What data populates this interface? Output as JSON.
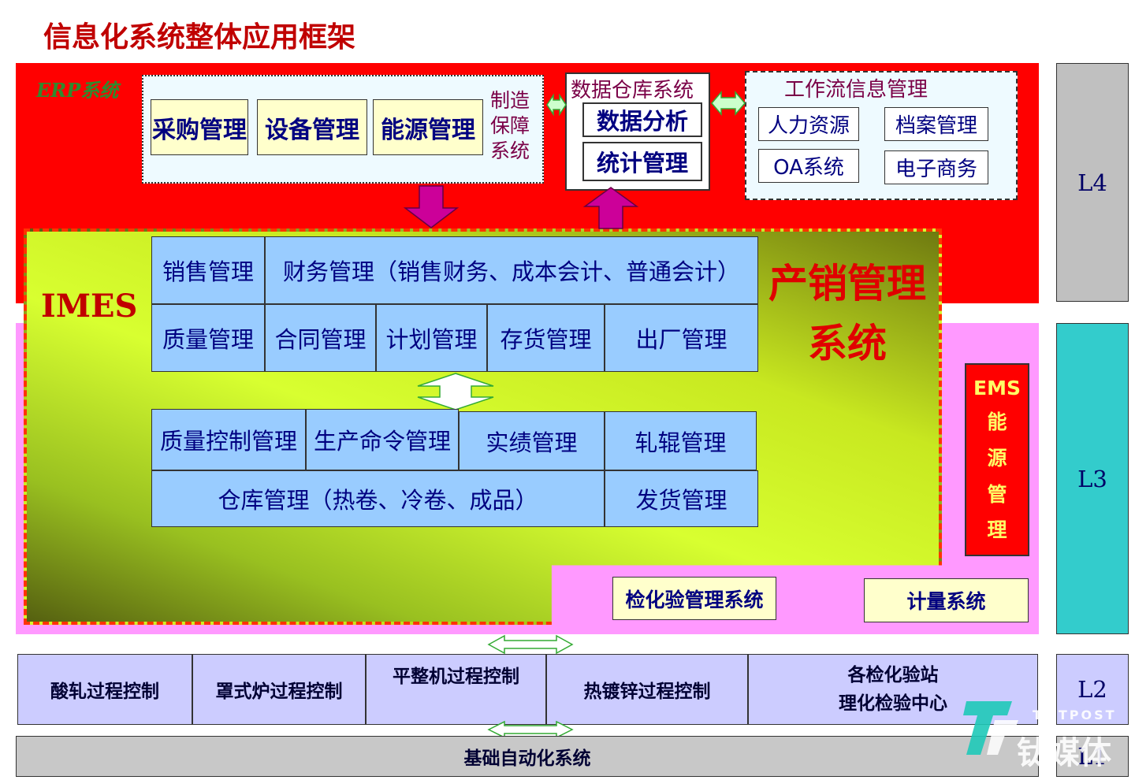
{
  "title": "信息化系统整体应用框架",
  "erp": {
    "label": "ERP系统",
    "procurement": "采购管理",
    "equipment": "设备管理",
    "energy": "能源管理",
    "mfg_side": [
      "制造",
      "保障",
      "系统"
    ],
    "dw_title": "数据仓库系统",
    "dw_items": [
      "数据分析",
      "统计管理"
    ],
    "wf_title": "工作流信息管理",
    "wf_items": [
      "人力资源",
      "档案管理",
      "OA系统",
      "电子商务"
    ]
  },
  "imes": {
    "label": "IMES",
    "prod_label": [
      "产销管理",
      "系统"
    ],
    "upper_row1": [
      "销售管理",
      "财务管理（销售财务、成本会计、普通会计）"
    ],
    "upper_row2": [
      "质量管理",
      "合同管理",
      "计划管理",
      "存货管理",
      "出厂管理"
    ],
    "lower_row1": [
      "质量控制管理",
      "生产命令管理",
      "实绩管理",
      "轧辊管理"
    ],
    "lower_row2": [
      "仓库管理（热卷、冷卷、成品）",
      "发货管理"
    ]
  },
  "ems": [
    "EMS",
    "能",
    "源",
    "管",
    "理"
  ],
  "l3_extras": [
    "检化验管理系统",
    "计量系统"
  ],
  "l2_items": [
    "酸轧过程控制",
    "罩式炉过程控制",
    "平整机过程控制",
    "热镀锌过程控制",
    "各检化验站",
    "理化检验中心"
  ],
  "l1_label": "基础自动化系统",
  "levels": [
    "L4",
    "L3",
    "L2",
    "L1"
  ],
  "watermark": {
    "top": "TMTPOST",
    "name": "钛媒体"
  },
  "colors": {
    "erp_bg": "#ff0000",
    "mes_bg": "#ff99ff",
    "module_blue": "#99ccff",
    "l3_teal": "#33cccc",
    "ems_red": "#ff0000"
  }
}
